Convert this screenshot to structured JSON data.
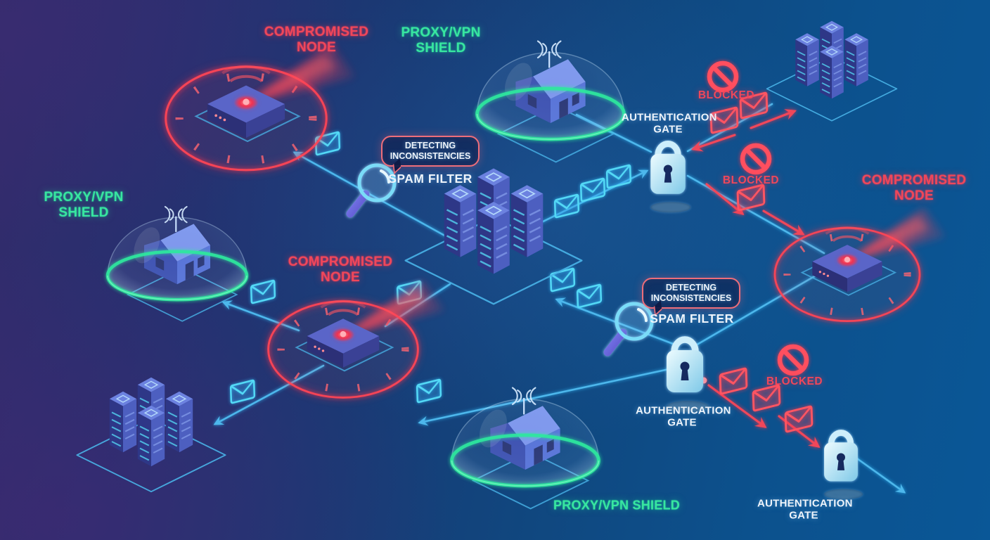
{
  "labels": {
    "compromised_node": "COMPROMISED NODE",
    "proxy_vpn_shield": "PROXY/VPN SHIELD",
    "detecting_inconsistencies": "DETECTING INCONSISTENCIES",
    "spam_filter": "SPAM FILTER",
    "authentication_gate": "AUTHENTICATION GATE",
    "blocked": "BLOCKED"
  },
  "colors": {
    "danger_red": "#f0475a",
    "shield_green": "#38e6a0",
    "line_blue": "#4db7ec",
    "lock_cyan": "#cdeefb",
    "envelope_cyan": "#52d8f5",
    "text_white": "#eef4fb",
    "bubble_border": "#ee6e7a",
    "bg_purple": "#342b6b",
    "bg_blue": "#0a5797"
  }
}
